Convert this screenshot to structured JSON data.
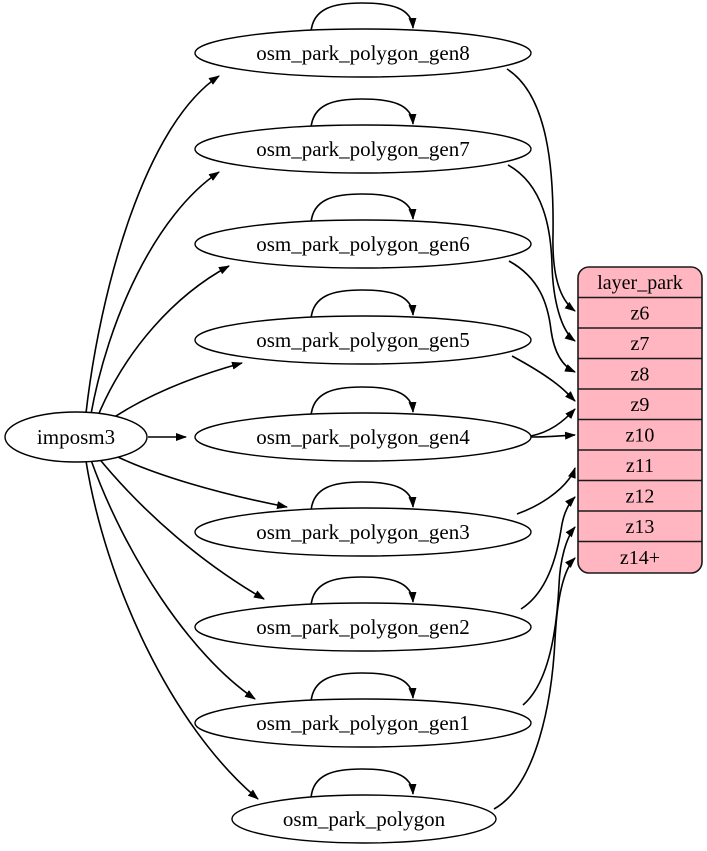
{
  "diagram": {
    "kind": "etl-graph",
    "source": {
      "label": "imposm3"
    },
    "tables": [
      {
        "label": "osm_park_polygon_gen8"
      },
      {
        "label": "osm_park_polygon_gen7"
      },
      {
        "label": "osm_park_polygon_gen6"
      },
      {
        "label": "osm_park_polygon_gen5"
      },
      {
        "label": "osm_park_polygon_gen4"
      },
      {
        "label": "osm_park_polygon_gen3"
      },
      {
        "label": "osm_park_polygon_gen2"
      },
      {
        "label": "osm_park_polygon_gen1"
      },
      {
        "label": "osm_park_polygon"
      }
    ],
    "layer": {
      "title": "layer_park",
      "rows": [
        "z6",
        "z7",
        "z8",
        "z9",
        "z10",
        "z11",
        "z12",
        "z13",
        "z14+"
      ]
    },
    "edges": {
      "from_source_to": [
        "osm_park_polygon_gen8",
        "osm_park_polygon_gen7",
        "osm_park_polygon_gen6",
        "osm_park_polygon_gen5",
        "osm_park_polygon_gen4",
        "osm_park_polygon_gen3",
        "osm_park_polygon_gen2",
        "osm_park_polygon_gen1",
        "osm_park_polygon"
      ],
      "self_loops": [
        "osm_park_polygon_gen8",
        "osm_park_polygon_gen7",
        "osm_park_polygon_gen6",
        "osm_park_polygon_gen5",
        "osm_park_polygon_gen4",
        "osm_park_polygon_gen3",
        "osm_park_polygon_gen2",
        "osm_park_polygon_gen1",
        "osm_park_polygon"
      ],
      "to_layer_rows": [
        [
          "osm_park_polygon_gen8",
          "z6"
        ],
        [
          "osm_park_polygon_gen7",
          "z7"
        ],
        [
          "osm_park_polygon_gen6",
          "z8"
        ],
        [
          "osm_park_polygon_gen5",
          "z9"
        ],
        [
          "osm_park_polygon_gen4",
          "z9"
        ],
        [
          "osm_park_polygon_gen4",
          "z10"
        ],
        [
          "osm_park_polygon_gen3",
          "z11"
        ],
        [
          "osm_park_polygon_gen2",
          "z12"
        ],
        [
          "osm_park_polygon_gen1",
          "z13"
        ],
        [
          "osm_park_polygon",
          "z14+"
        ]
      ]
    },
    "colors": {
      "layer_fill": "#ffb6c1",
      "node_fill": "#ffffff",
      "stroke": "#000000",
      "background": "#ffffff"
    }
  }
}
